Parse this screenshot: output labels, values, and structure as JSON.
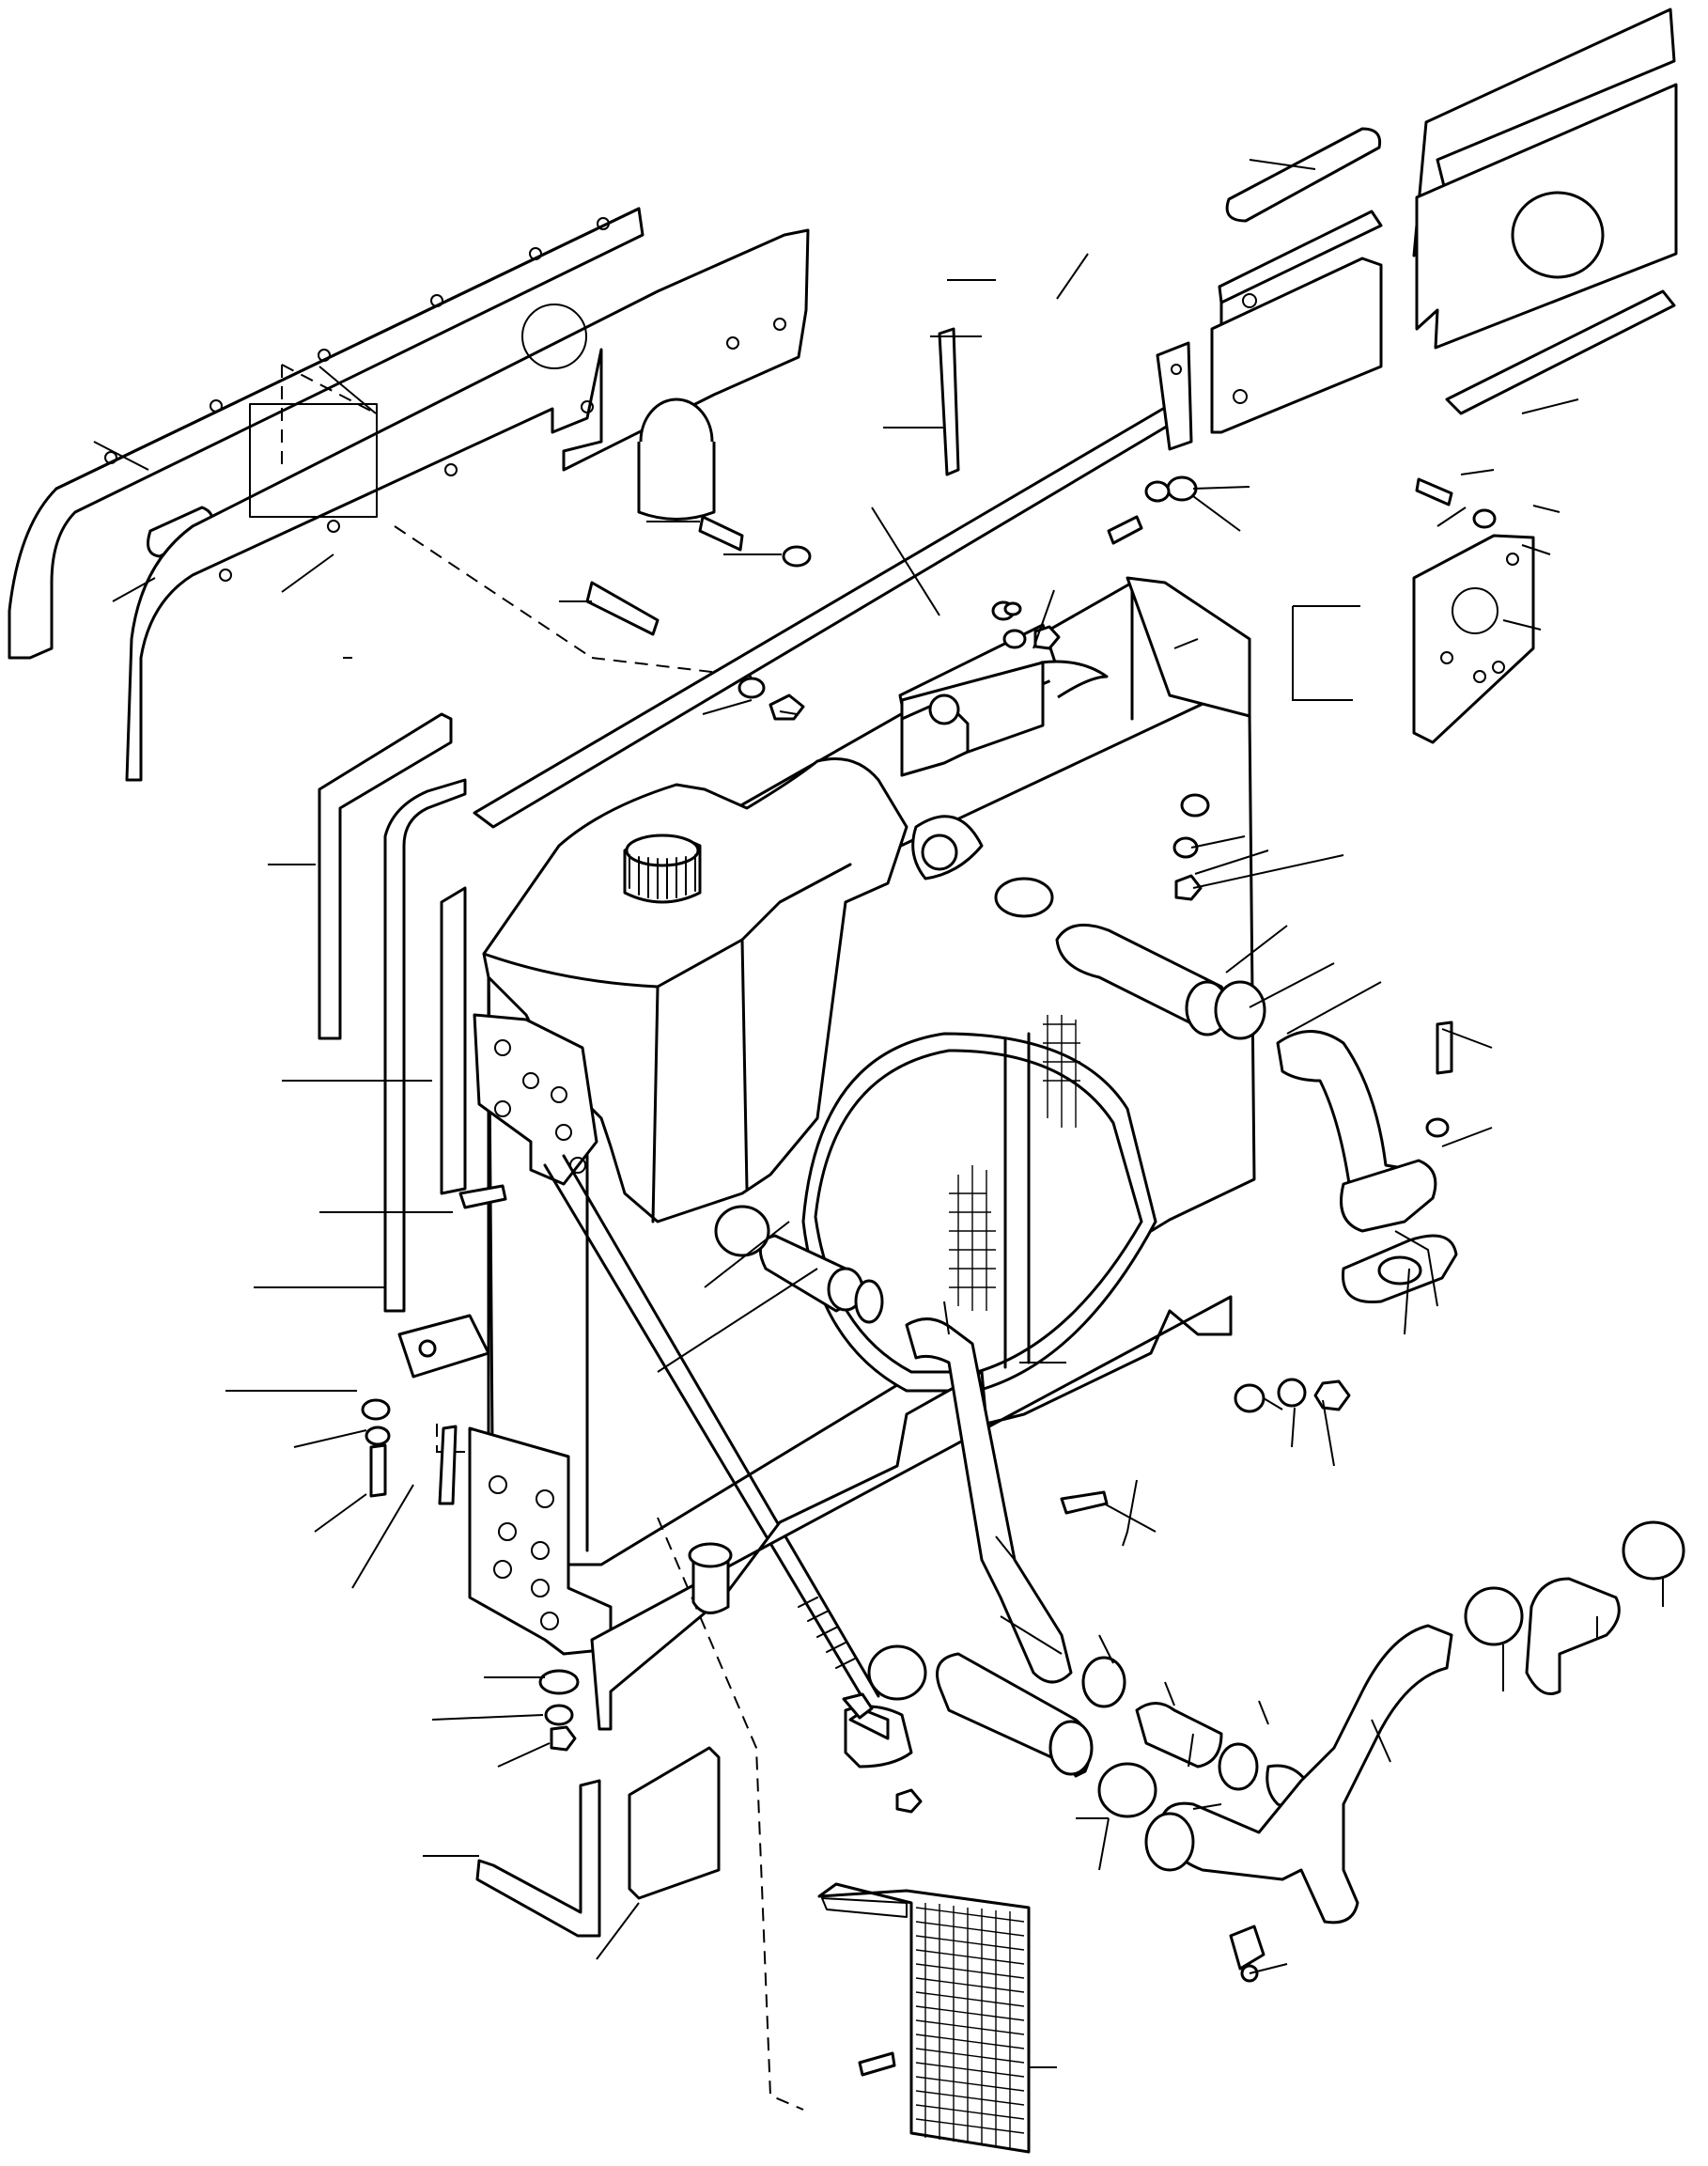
{
  "figure": {
    "kind": "exploded-parts-diagram",
    "subject": "radiator",
    "callout_labels_visible": false,
    "line_color": "#000000",
    "background": "#ffffff"
  },
  "callouts": [
    {
      "part": "side-plate-left"
    },
    {
      "part": "rubber-strip-left"
    },
    {
      "part": "side-seal-upper"
    },
    {
      "part": "foam-seal-vertical"
    },
    {
      "part": "seal-strip"
    },
    {
      "part": "bracket-left"
    },
    {
      "part": "bolt"
    },
    {
      "part": "bolt"
    },
    {
      "part": "washer"
    },
    {
      "part": "lock-washer"
    },
    {
      "part": "bolt"
    },
    {
      "part": "bolt"
    },
    {
      "part": "washer"
    },
    {
      "part": "lock-washer"
    },
    {
      "part": "nut"
    },
    {
      "part": "foam-pad"
    },
    {
      "part": "angle-seal"
    },
    {
      "part": "side-plate-right"
    },
    {
      "part": "rubber-strip-right"
    },
    {
      "part": "rubber-seal"
    },
    {
      "part": "bolt"
    },
    {
      "part": "washer"
    },
    {
      "part": "mounting-plate"
    },
    {
      "part": "bolt"
    },
    {
      "part": "washer"
    },
    {
      "part": "lock-washer"
    },
    {
      "part": "support-bar"
    },
    {
      "part": "bolt"
    },
    {
      "part": "bracket"
    },
    {
      "part": "clip"
    },
    {
      "part": "bolt"
    },
    {
      "part": "washer"
    },
    {
      "part": "nut"
    },
    {
      "part": "radiator-core"
    },
    {
      "part": "washer"
    },
    {
      "part": "lock-washer"
    },
    {
      "part": "nut"
    },
    {
      "part": "hose-clamp"
    },
    {
      "part": "hose"
    },
    {
      "part": "hose-clamp"
    },
    {
      "part": "elbow-hose"
    },
    {
      "part": "bolt"
    },
    {
      "part": "washer"
    },
    {
      "part": "outlet-pipe"
    },
    {
      "part": "gasket"
    },
    {
      "part": "expansion-tank"
    },
    {
      "part": "nut"
    },
    {
      "part": "hose-clamp"
    },
    {
      "part": "hose"
    },
    {
      "part": "fan-shroud"
    },
    {
      "part": "washer"
    },
    {
      "part": "lock-washer"
    },
    {
      "part": "nut"
    },
    {
      "part": "bolt"
    },
    {
      "part": "lower-hose"
    },
    {
      "part": "hose-clamp"
    },
    {
      "part": "hose"
    },
    {
      "part": "hose-clamp"
    },
    {
      "part": "pipe"
    },
    {
      "part": "hose-clamp"
    },
    {
      "part": "hose"
    },
    {
      "part": "hose-clamp"
    },
    {
      "part": "drain-cock"
    },
    {
      "part": "tie-rod"
    },
    {
      "part": "nut"
    },
    {
      "part": "rubber-mount"
    },
    {
      "part": "nut"
    },
    {
      "part": "washer"
    },
    {
      "part": "lock-washer"
    },
    {
      "part": "nut"
    },
    {
      "part": "angle-seal-lower"
    },
    {
      "part": "foam-pad-lower"
    },
    {
      "part": "screen"
    },
    {
      "part": "bolt"
    }
  ]
}
